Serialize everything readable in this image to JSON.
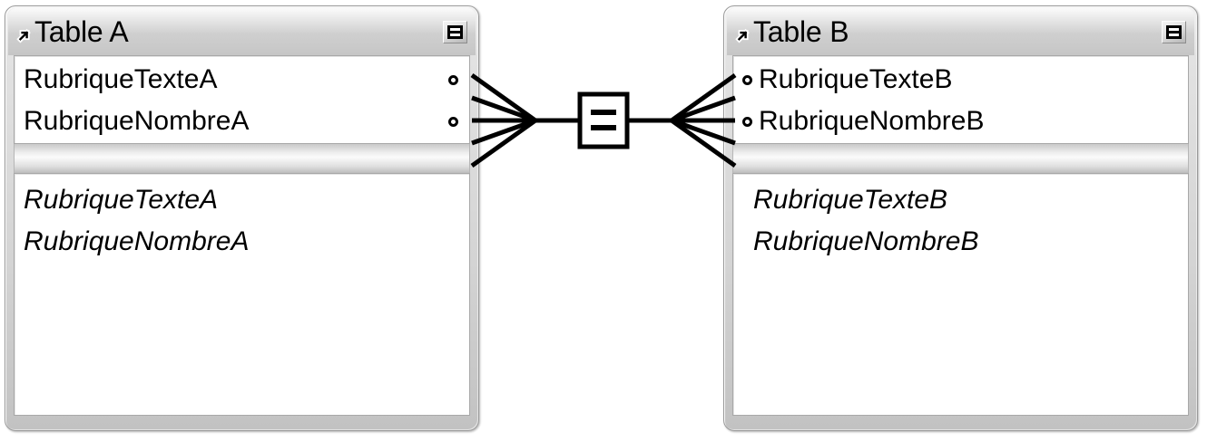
{
  "diagram": {
    "kind": "relationships-graph",
    "background_color": "#ffffff",
    "line_color": "#000000"
  },
  "tables": [
    {
      "id": "table-a",
      "title": "Table A",
      "link_icon": "arrow-up-right-icon",
      "header_button_icon": "menu-lines-icon",
      "key_side": "right",
      "fields": [
        {
          "name": "RubriqueTexteA",
          "key_marker": "match-field-dot"
        },
        {
          "name": "RubriqueNombreA",
          "key_marker": "match-field-dot"
        }
      ],
      "layout_items": [
        "RubriqueTexteA",
        "RubriqueNombreA"
      ]
    },
    {
      "id": "table-b",
      "title": "Table B",
      "link_icon": "arrow-up-right-icon",
      "header_button_icon": "menu-lines-icon",
      "key_side": "left",
      "fields": [
        {
          "name": "RubriqueTexteB",
          "key_marker": "match-field-dot"
        },
        {
          "name": "RubriqueNombreB",
          "key_marker": "match-field-dot"
        }
      ],
      "layout_items": [
        "RubriqueTexteB",
        "RubriqueNombreB"
      ]
    }
  ],
  "relationship": {
    "operator": "=",
    "operator_icon": "equals-box-icon",
    "left_cardinality": "many",
    "right_cardinality": "many",
    "left_crowfoot_count": 2,
    "right_crowfoot_count": 2,
    "left_table": "Table A",
    "right_table": "Table B"
  }
}
